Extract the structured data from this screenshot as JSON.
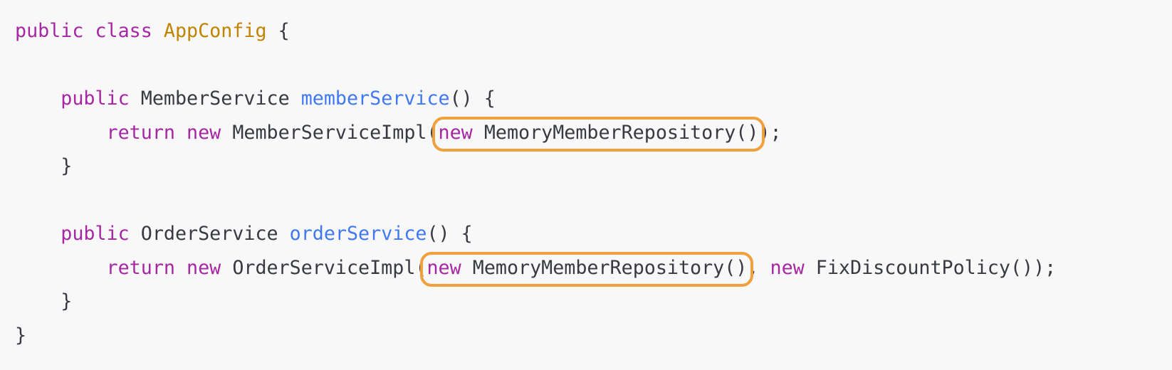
{
  "code": {
    "line1": {
      "kw_public": "public",
      "kw_class": "class",
      "class_name": "AppConfig",
      "brace": "{"
    },
    "line3": {
      "indent": "    ",
      "kw_public": "public",
      "type": "MemberService",
      "method": "memberService",
      "rest": "() {"
    },
    "line4": {
      "indent": "        ",
      "kw_return": "return",
      "kw_new": "new",
      "impl": "MemberServiceImpl(",
      "hl_new": "new",
      "hl_repo": "MemoryMemberRepository()",
      "tail": ");"
    },
    "line5": {
      "indent": "    ",
      "brace": "}"
    },
    "line7": {
      "indent": "    ",
      "kw_public": "public",
      "type": "OrderService",
      "method": "orderService",
      "rest": "() {"
    },
    "line8": {
      "indent": "        ",
      "kw_return": "return",
      "kw_new": "new",
      "impl": "OrderServiceImpl(",
      "hl_new": "new",
      "hl_repo": "MemoryMemberRepository()",
      "comma": ", ",
      "kw_new2": "new",
      "policy": "FixDiscountPolicy());"
    },
    "line9": {
      "indent": "    ",
      "brace": "}"
    },
    "line10": {
      "brace": "}"
    }
  },
  "colors": {
    "keyword": "#a626a4",
    "class_name": "#c18401",
    "method_name": "#4078f2",
    "text": "#383a42",
    "highlight_border": "#f0a03c",
    "background": "#f8f8f8"
  }
}
